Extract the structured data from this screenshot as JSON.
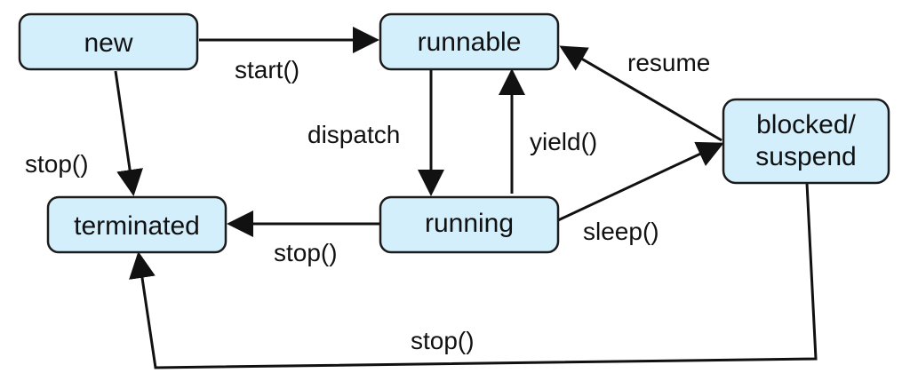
{
  "diagram": {
    "states": {
      "new": "new",
      "runnable": "runnable",
      "terminated": "terminated",
      "running": "running",
      "blocked_line1": "blocked/",
      "blocked_line2": "suspend"
    },
    "transitions": {
      "start": "start()",
      "resume": "resume",
      "dispatch": "dispatch",
      "yield": "yield()",
      "stop_new": "stop()",
      "stop_running": "stop()",
      "sleep": "sleep()",
      "stop_blocked": "stop()"
    },
    "colors": {
      "state_fill": "#d3effc",
      "stroke": "#111111"
    }
  }
}
